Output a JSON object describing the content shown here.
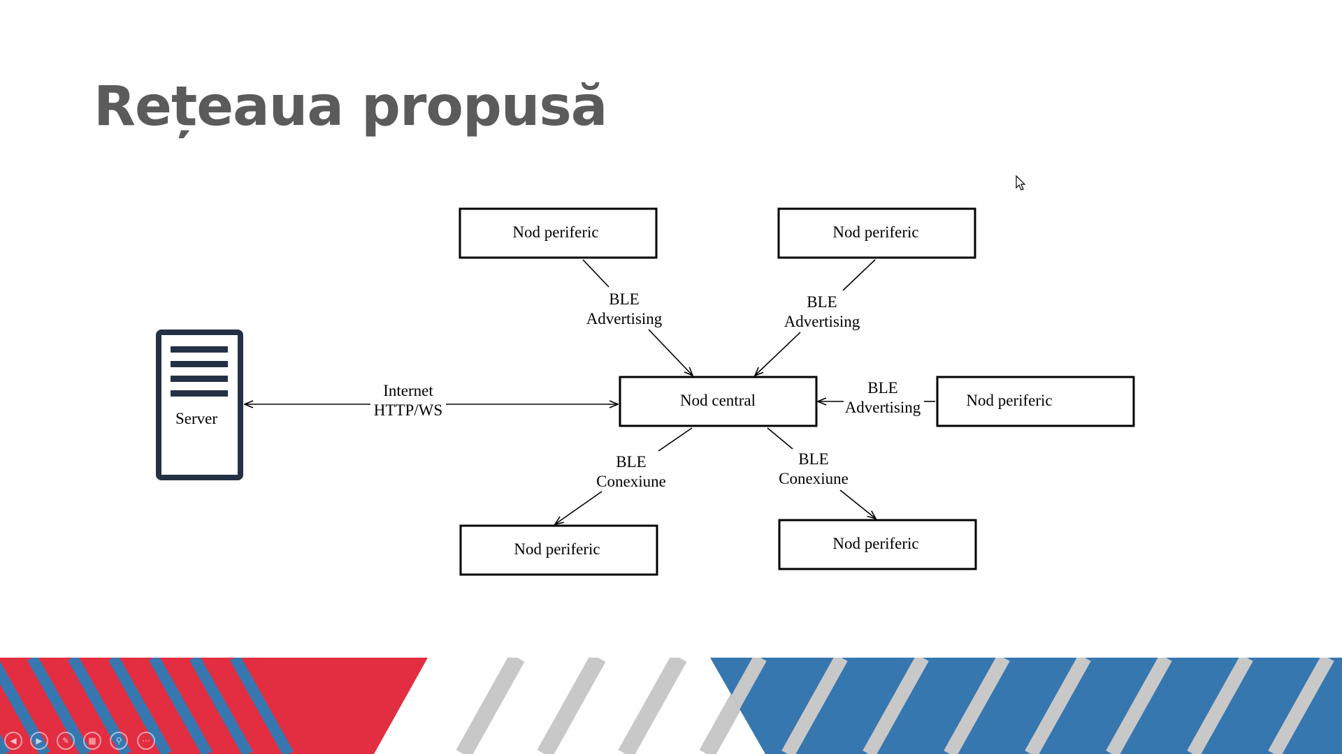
{
  "slide": {
    "title": "Rețeaua propusă"
  },
  "diagram": {
    "server_label": "Server",
    "central_node": "Nod central",
    "peripheral_nodes": [
      "Nod periferic",
      "Nod periferic",
      "Nod periferic",
      "Nod periferic",
      "Nod periferic"
    ],
    "edges": {
      "internet": [
        "Internet",
        "HTTP/WS"
      ],
      "adv_top_left": [
        "BLE",
        "Advertising"
      ],
      "adv_top_right": [
        "BLE",
        "Advertising"
      ],
      "adv_right": [
        "BLE",
        "Advertising"
      ],
      "conn_bottom_left": [
        "BLE",
        "Conexiune"
      ],
      "conn_bottom_right": [
        "BLE",
        "Conexiune"
      ]
    }
  },
  "toolbar": {
    "icons": [
      "previous-icon",
      "next-icon",
      "pen-icon",
      "slides-grid-icon",
      "zoom-icon",
      "more-icon"
    ]
  },
  "colors": {
    "red": "#e32d41",
    "blue": "#3777b0",
    "gray_stripe": "#c8c8c8",
    "title": "#5b5b5b",
    "server": "#243144"
  }
}
